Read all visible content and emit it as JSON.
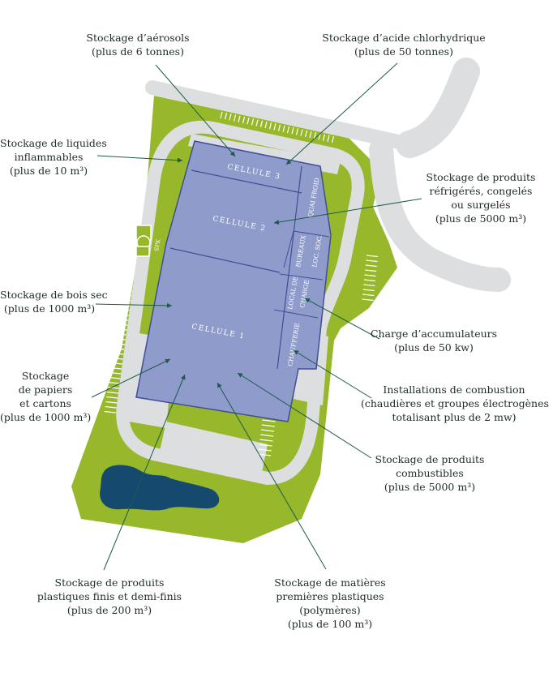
{
  "colors": {
    "green": "#97b82b",
    "road": "#dcdee0",
    "building": "#8f9ccb",
    "building_line": "#3f4f96",
    "pond": "#154a6e",
    "leader": "#1d5a4a"
  },
  "building": {
    "cellule3": "CELLULE 3",
    "cellule2": "CELLULE 2",
    "cellule1": "CELLULE 1",
    "quai_froid": "QUAI FROID",
    "bureaux": "BUREAUX",
    "loc_soc": "LOC. SOC.",
    "local_de": "LOCAL DE",
    "charge": "CHARGE",
    "chaufferie": "CHAUFFERIE",
    "sprinkler": "SPK"
  },
  "labels": {
    "aerosols": [
      "Stockage d’aérosols",
      "(plus de 6 tonnes)"
    ],
    "acide": [
      "Stockage d’acide chlorhydrique",
      "(plus de 50 tonnes)"
    ],
    "liquides": [
      "Stockage de liquides",
      "inflammables",
      "(plus de 10 m³)"
    ],
    "refrigeres": [
      "Stockage de produits",
      "réfrigérés, congelés",
      "ou surgelés",
      "(plus de 5000 m³)"
    ],
    "bois": [
      "Stockage de bois sec",
      "(plus de 1000 m³)"
    ],
    "accumulateurs": [
      "Charge d’accumulateurs",
      "(plus de 50 kw)"
    ],
    "papiers": [
      "Stockage",
      "de papiers",
      "et cartons",
      "(plus de 1000 m³)"
    ],
    "combustion": [
      "Installations de combustion",
      "(chaudières et groupes électrogènes",
      "totalisant plus de 2 mw)"
    ],
    "combustibles": [
      "Stockage de produits",
      "combustibles",
      "(plus de 5000 m³)"
    ],
    "plastiques": [
      "Stockage de produits",
      "plastiques finis et demi-finis",
      "(plus de 200 m³)"
    ],
    "matieres": [
      "Stockage de matières",
      "premières plastiques",
      "(polymères)",
      "(plus de 100 m³)"
    ]
  }
}
